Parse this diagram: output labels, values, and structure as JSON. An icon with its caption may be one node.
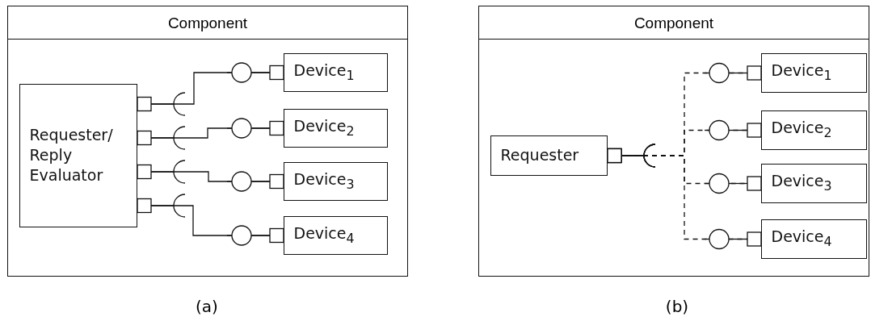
{
  "diagram": {
    "nodes": [
      {
        "text": [
          "Component"
        ]
      },
      {
        "text": [
          "Requester/ Reply Evaluator"
        ],
        "in": 0
      },
      {
        "text": [
          "Device$_{1}$"
        ],
        "in": 0
      },
      {
        "text": [
          "Device$_{2}$"
        ],
        "in": 0
      },
      {
        "text": [
          "Device$_{3}$"
        ],
        "in": 0
      },
      {
        "text": [
          "Device$_{4}$"
        ],
        "in": 0
      },
      {
        "text": [
          "Component"
        ]
      },
      {
        "text": [
          "Requester"
        ],
        "in": 6
      },
      {
        "text": [
          "Device$_{1}$"
        ],
        "in": 6
      },
      {
        "text": [
          "Device$_{2}$"
        ],
        "in": 6
      },
      {
        "text": [
          "Device$_{3}$"
        ],
        "in": 6
      },
      {
        "text": [
          "Device$_{4}$"
        ],
        "in": 6
      }
    ],
    "edges": [
      {
        "from": 1,
        "to": 2,
        "arrow": "other"
      },
      {
        "from": 1,
        "to": 3,
        "arrow": "other"
      },
      {
        "from": 1,
        "to": 4,
        "arrow": "other"
      },
      {
        "from": 1,
        "to": 5,
        "arrow": "other"
      },
      {
        "from": 7,
        "to": 8,
        "arrow": "other",
        "style": "dashed"
      },
      {
        "from": 7,
        "to": 9,
        "arrow": "other",
        "style": "dashed"
      },
      {
        "from": 7,
        "to": 10,
        "arrow": "other",
        "style": "dashed"
      },
      {
        "from": 7,
        "to": 11,
        "arrow": "other",
        "style": "dashed"
      }
    ],
    "labels": [
      "(a)",
      "(b)"
    ]
  }
}
